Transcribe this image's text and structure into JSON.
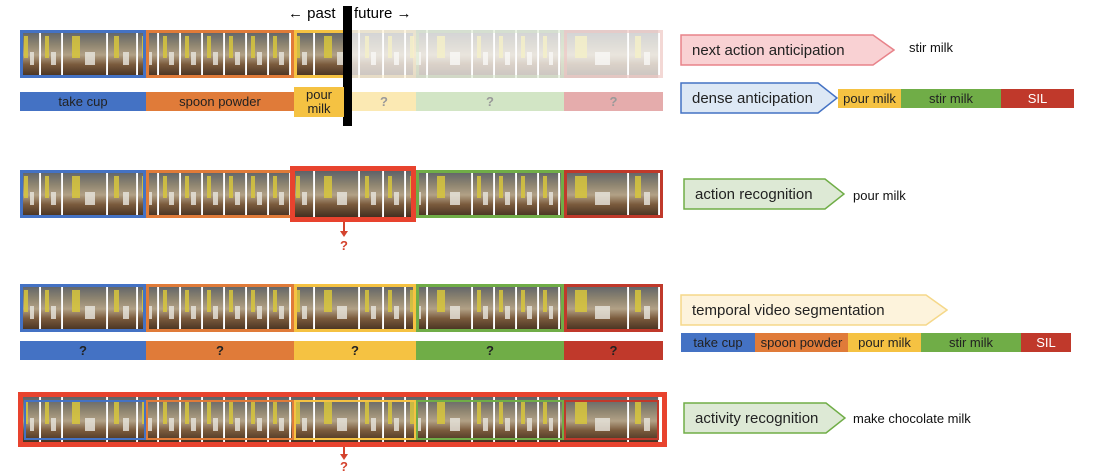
{
  "colors": {
    "blue": "#4472c4",
    "orange": "#e07b39",
    "yellow": "#f5c242",
    "green": "#70ad47",
    "red": "#c0392b",
    "highlight_red": "#e8432e"
  },
  "timeline": {
    "past": "← past",
    "future": "future →"
  },
  "tasks": {
    "next_action": {
      "label": "next action anticipation",
      "result": "stir milk"
    },
    "dense": {
      "label": "dense anticipation"
    },
    "action_rec": {
      "label": "action recognition",
      "result": "pour milk"
    },
    "temporal_seg": {
      "label": "temporal video segmentation"
    },
    "activity_rec": {
      "label": "activity recognition",
      "result": "make chocolate milk"
    }
  },
  "row1_bar": {
    "take_cup": "take cup",
    "spoon_powder": "spoon powder",
    "pour": "pour",
    "milk": "milk",
    "q1": "?",
    "q2": "?",
    "q3": "?"
  },
  "dense_bar": {
    "pour_milk": "pour milk",
    "stir_milk": "stir milk",
    "sil": "SIL"
  },
  "row3_bar": {
    "q1": "?",
    "q2": "?",
    "q3": "?",
    "q4": "?",
    "q5": "?"
  },
  "seg_bar": {
    "take_cup": "take cup",
    "spoon_powder": "spoon powder",
    "pour_milk": "pour milk",
    "stir_milk": "stir milk",
    "sil": "SIL"
  },
  "question_marks": {
    "action": "?",
    "activity": "?"
  }
}
